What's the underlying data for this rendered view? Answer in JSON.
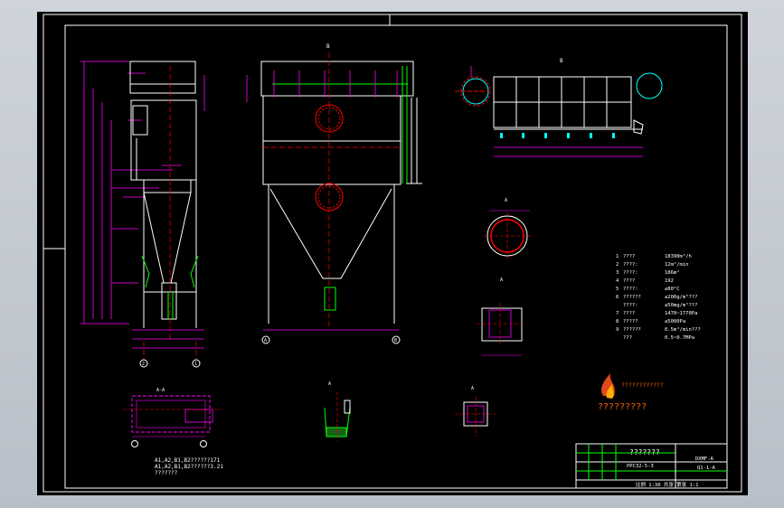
{
  "drawing": {
    "views": {
      "top_view_label": "B",
      "right_view_label": "B",
      "section_a_label": "A-A",
      "detail1_label": "A",
      "detail2_label": "A",
      "detail3_label": "A",
      "detail4_label": "A",
      "axis_a": "A",
      "axis_b": "B",
      "axis_1": "1",
      "axis_2": "2"
    },
    "specs": [
      {
        "num": "1",
        "label": "????",
        "value": "18390m³/h"
      },
      {
        "num": "2",
        "label": "????:",
        "value": "12m³/min"
      },
      {
        "num": "3",
        "label": "????:",
        "value": "186m²"
      },
      {
        "num": "4",
        "label": "????",
        "value": "192"
      },
      {
        "num": "5",
        "label": "????:",
        "value": "≤80°C"
      },
      {
        "num": "6",
        "label": "??????",
        "value": "≤200g/m³???"
      },
      {
        "num": "",
        "label": "????:",
        "value": "≤50mg/m³???"
      },
      {
        "num": "7",
        "label": "????",
        "value": "1470~1770Pa"
      },
      {
        "num": "8",
        "label": "?????",
        "value": "≤5000Pa"
      },
      {
        "num": "9",
        "label": "??????",
        "value": "0.5m³/min???"
      },
      {
        "num": "",
        "label": "???",
        "value": "0.5~0.7MPa"
      }
    ],
    "notes": [
      "A1,A2,B1,B2??????171",
      "A1,A2,B1,B2??????3.21",
      "???????"
    ],
    "logo_text": "????????????",
    "watermark_text": "?????????",
    "title_block": {
      "main_title": "???????",
      "drawing_no": "DXMF-A",
      "code": "Q1-1-A",
      "model": "PPC32-5-3",
      "bottom_row": "比例 1:30  共张  第张  1:1"
    },
    "colors": {
      "background": "#000000",
      "outline": "#ffffff",
      "dimension": "#ff00ff",
      "center": "#ff0000",
      "part": "#00ff00",
      "accent": "#00ffff",
      "text": "#ffffff"
    }
  }
}
